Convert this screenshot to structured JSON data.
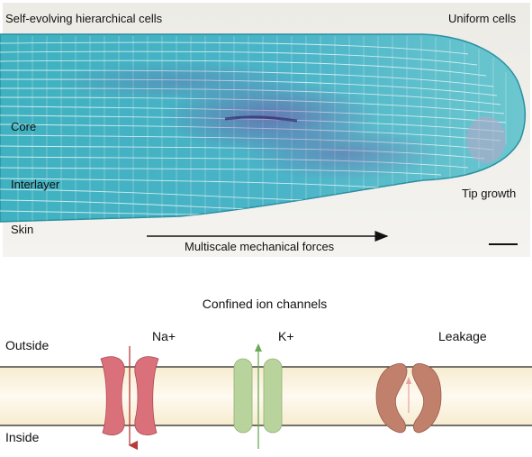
{
  "top_panel": {
    "labels": {
      "top_left": "Self-evolving hierarchical cells",
      "top_right": "Uniform cells",
      "core": "Core",
      "interlayer": "Interlayer",
      "skin": "Skin",
      "tip": "Tip growth",
      "arrow": "Multiscale mechanical forces"
    }
  },
  "bottom_panel": {
    "title": "Confined ion channels",
    "outside": "Outside",
    "inside": "Inside",
    "channels": [
      {
        "label": "Na+",
        "color": "#d9707a",
        "arrow_color": "#b83a3a",
        "direction": "down"
      },
      {
        "label": "K+",
        "color": "#b9d39c",
        "arrow_color": "#6aaa55",
        "direction": "up"
      },
      {
        "label": "Leakage",
        "color": "#c0806c",
        "arrow_color": "#d99090",
        "direction": "up"
      }
    ]
  },
  "colors": {
    "tissue_cyan": "#46b6c6",
    "tissue_purple": "#8a5aa8",
    "membrane": "#fbf2dc"
  }
}
